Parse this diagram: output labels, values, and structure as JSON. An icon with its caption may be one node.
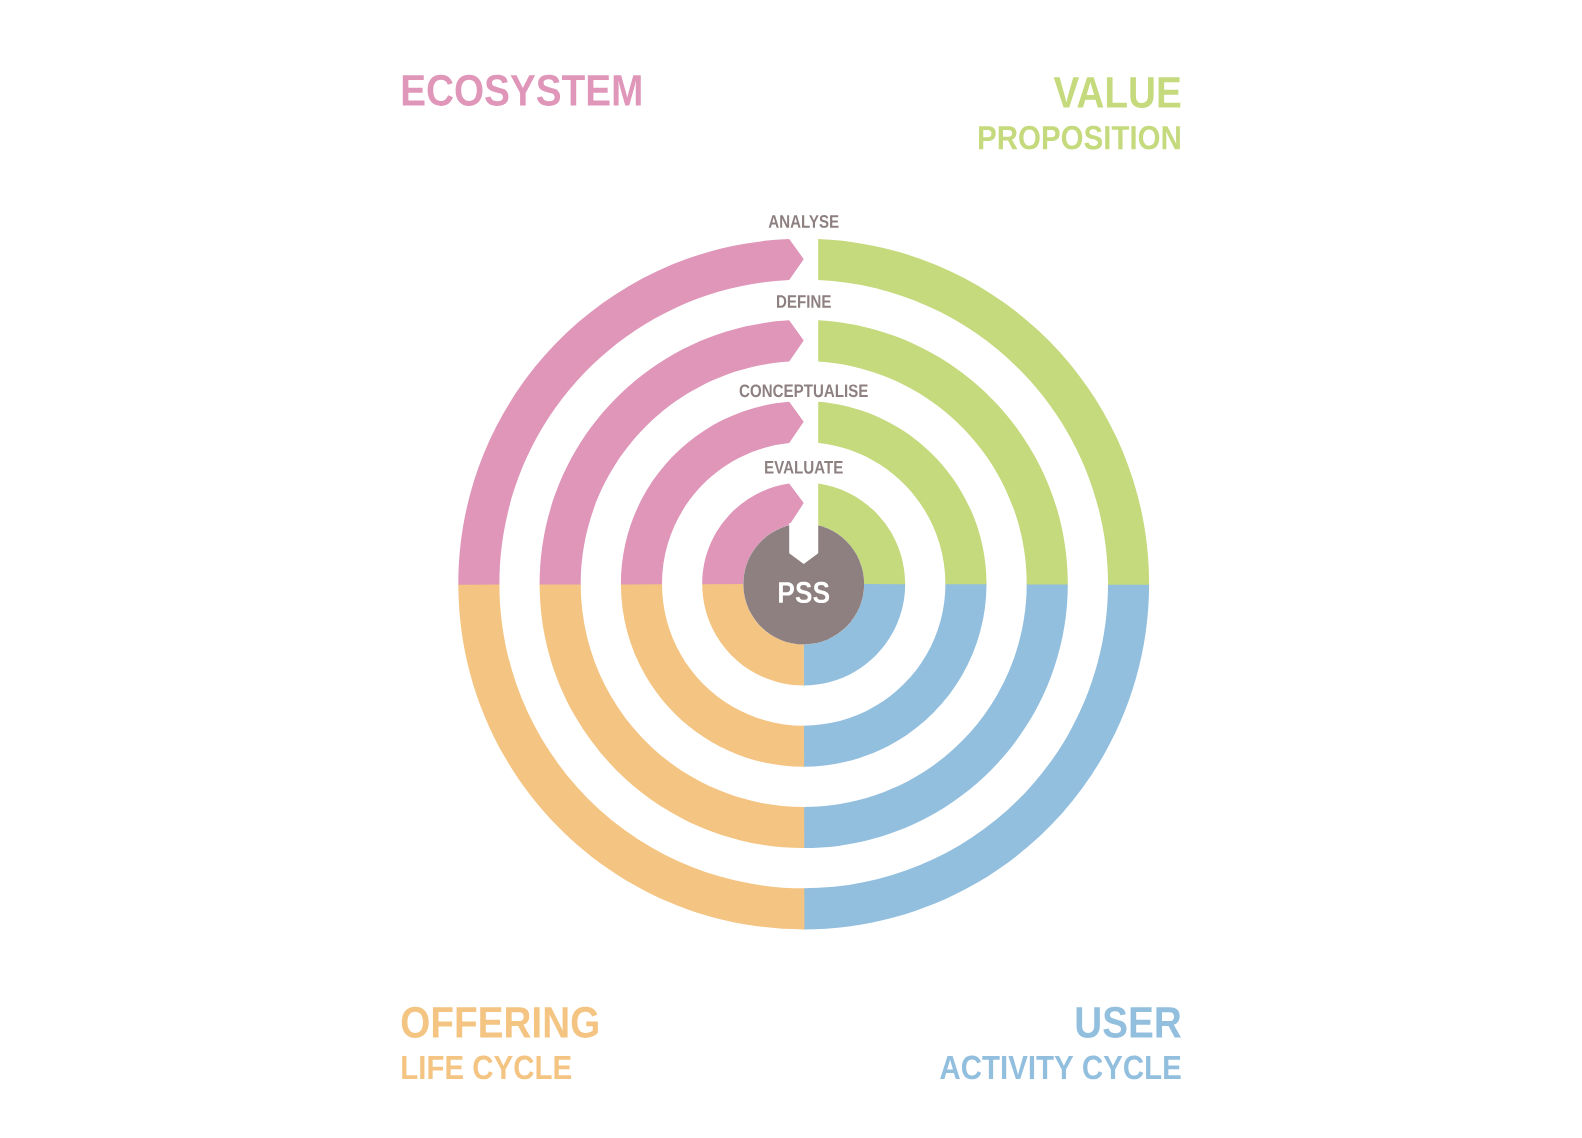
{
  "diagram": {
    "nodes": [
      {
        "text": [
          "ANALYSE"
        ]
      },
      {
        "text": [
          "DEFINE"
        ],
        "in": 0
      },
      {
        "text": [
          "CONCEPTUALISE"
        ],
        "in": 1
      },
      {
        "text": [
          "EVALUATE"
        ],
        "in": 2
      },
      {
        "text": [
          "PSS"
        ],
        "in": 3
      }
    ],
    "labels": [
      "ECOSYSTEM",
      "VALUE",
      "PROPOSITION",
      "OFFERING",
      "LIFE CYCLE",
      "USER",
      "ACTIVITY CYCLE"
    ]
  }
}
